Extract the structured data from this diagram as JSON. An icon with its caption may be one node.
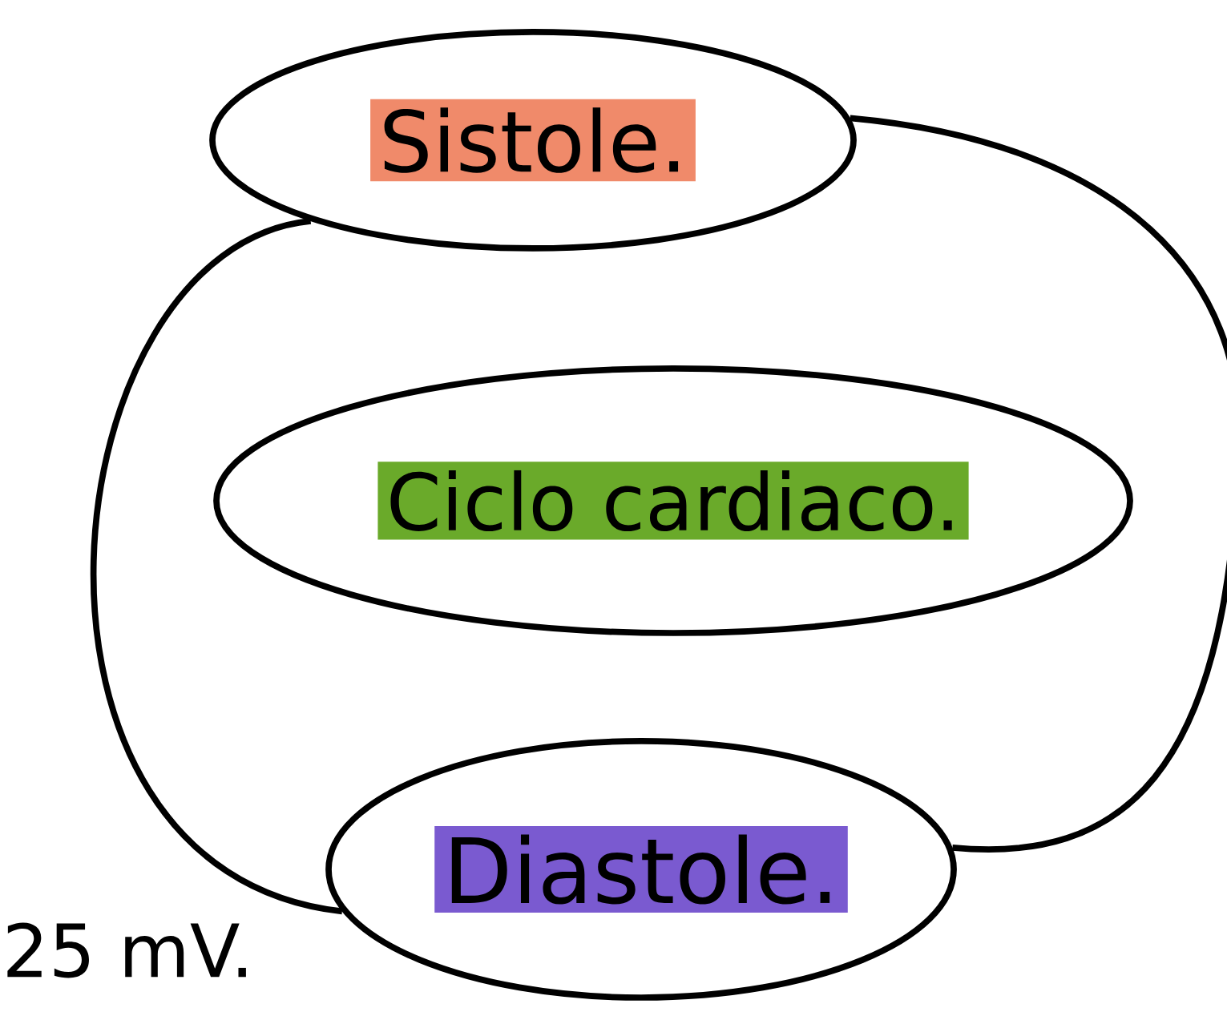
{
  "diagram": {
    "nodes": [
      {
        "text": [
          "Sistole."
        ]
      },
      {
        "text": [
          "Ciclo cardiaco."
        ]
      },
      {
        "text": [
          "Diastole."
        ]
      }
    ],
    "edges": [
      {
        "from": 0,
        "to": 2,
        "arrow": "none"
      },
      {
        "from": 0,
        "to": 2,
        "arrow": "none"
      }
    ],
    "labels": [
      "25 mV."
    ]
  }
}
